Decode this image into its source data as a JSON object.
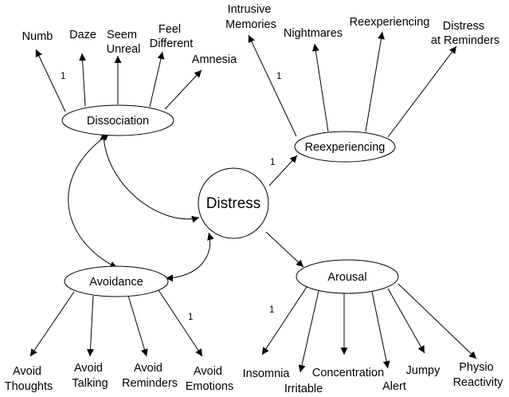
{
  "nodes": {
    "distress": "Distress",
    "dissociation": "Dissociation",
    "reexperiencing": "Reexperiencing",
    "avoidance": "Avoidance",
    "arousal": "Arousal"
  },
  "indicators": {
    "dissociation": [
      {
        "lines": [
          "Numb"
        ]
      },
      {
        "lines": [
          "Daze"
        ]
      },
      {
        "lines": [
          "Seem",
          "Unreal"
        ]
      },
      {
        "lines": [
          "Feel",
          "Different"
        ]
      },
      {
        "lines": [
          "Amnesia"
        ]
      }
    ],
    "reexperiencing": [
      {
        "lines": [
          "Intrusive",
          "Memories"
        ]
      },
      {
        "lines": [
          "Nightmares"
        ]
      },
      {
        "lines": [
          "Reexperiencing"
        ]
      },
      {
        "lines": [
          "Distress",
          "at Reminders"
        ]
      }
    ],
    "avoidance": [
      {
        "lines": [
          "Avoid",
          "Thoughts"
        ]
      },
      {
        "lines": [
          "Avoid",
          "Talking"
        ]
      },
      {
        "lines": [
          "Avoid",
          "Reminders"
        ]
      },
      {
        "lines": [
          "Avoid",
          "Emotions"
        ]
      }
    ],
    "arousal": [
      {
        "lines": [
          "Insomnia"
        ]
      },
      {
        "lines": [
          "Irritable"
        ]
      },
      {
        "lines": [
          "Concentration"
        ]
      },
      {
        "lines": [
          "Alert"
        ]
      },
      {
        "lines": [
          "Jumpy"
        ]
      },
      {
        "lines": [
          "Physio",
          "Reactivity"
        ]
      }
    ]
  },
  "fixed_loading_label": "1"
}
